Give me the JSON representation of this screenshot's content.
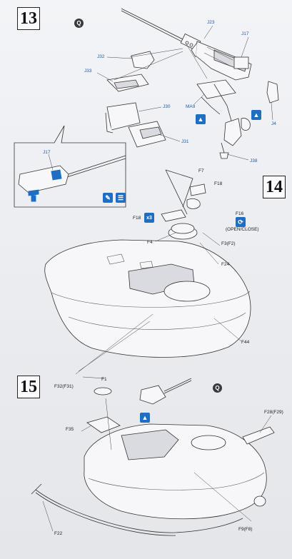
{
  "steps": {
    "s13": "13",
    "s14": "14",
    "s15": "15"
  },
  "labels": {
    "J23": "J23",
    "J17": "J17",
    "J32": "J32",
    "J33": "J33",
    "J30": "J30",
    "J31": "J31",
    "MA9": "MA9",
    "J4": "J4",
    "J38": "J38",
    "J17b": "J17",
    "F7": "F7",
    "F18": "F18",
    "F18b": "F18",
    "F16": "F16",
    "open_close": "(OPEN/CLOSE)",
    "F4": "F4",
    "F3F2": "F3(F2)",
    "F24": "F24",
    "F44": "F44",
    "F1": "F1",
    "F32F31": "F32(F31)",
    "F35": "F35",
    "F28F29": "F28(F29)",
    "F22": "F22",
    "F9F8": "F9(F8)"
  },
  "icons": {
    "q": "Q",
    "x3": "x3"
  }
}
